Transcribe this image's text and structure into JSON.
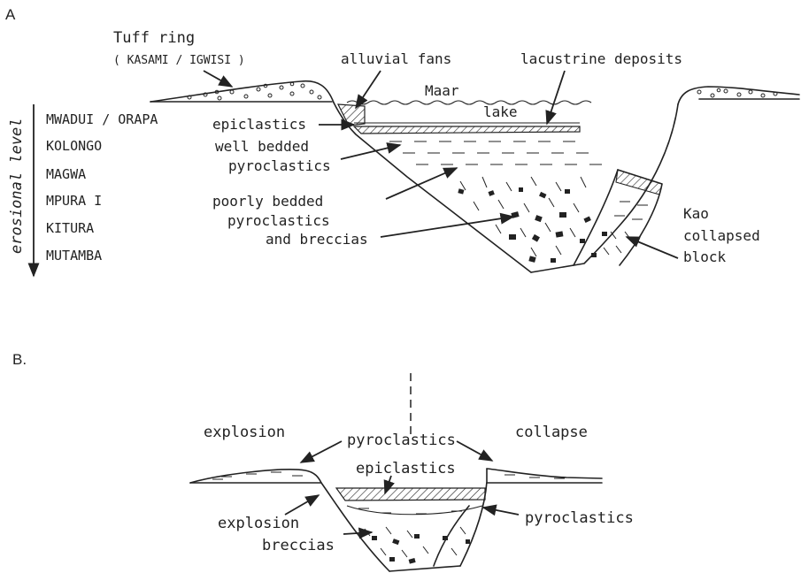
{
  "figure_a": {
    "panel_label": "A",
    "erosional_axis": "erosional level",
    "levels": [
      "MWADUI / ORAPA",
      "KOLONGO",
      "MAGWA",
      "MPURA I",
      "KITURA",
      "MUTAMBA"
    ],
    "labels": {
      "tuff_ring": "Tuff ring",
      "tuff_ring_examples": "( KASAMI / IGWISI )",
      "alluvial_fans": "alluvial fans",
      "lacustrine_deposits": "lacustrine deposits",
      "maar": "Maar",
      "lake": "lake",
      "epiclastics": "epiclastics",
      "well_bedded_1": "well bedded",
      "well_bedded_2": "pyroclastics",
      "poorly_bedded_1": "poorly bedded",
      "poorly_bedded_2": "pyroclastics",
      "poorly_bedded_3": "and  breccias",
      "kao_1": "Kao",
      "kao_2": "collapsed",
      "kao_3": "block"
    }
  },
  "figure_b": {
    "panel_label": "B.",
    "labels": {
      "explosion": "explosion",
      "collapse": "collapse",
      "pyroclastics_top": "pyroclastics",
      "epiclastics": "epiclastics",
      "explosion_breccias_1": "explosion",
      "explosion_breccias_2": "breccias",
      "pyroclastics_right": "pyroclastics"
    }
  }
}
